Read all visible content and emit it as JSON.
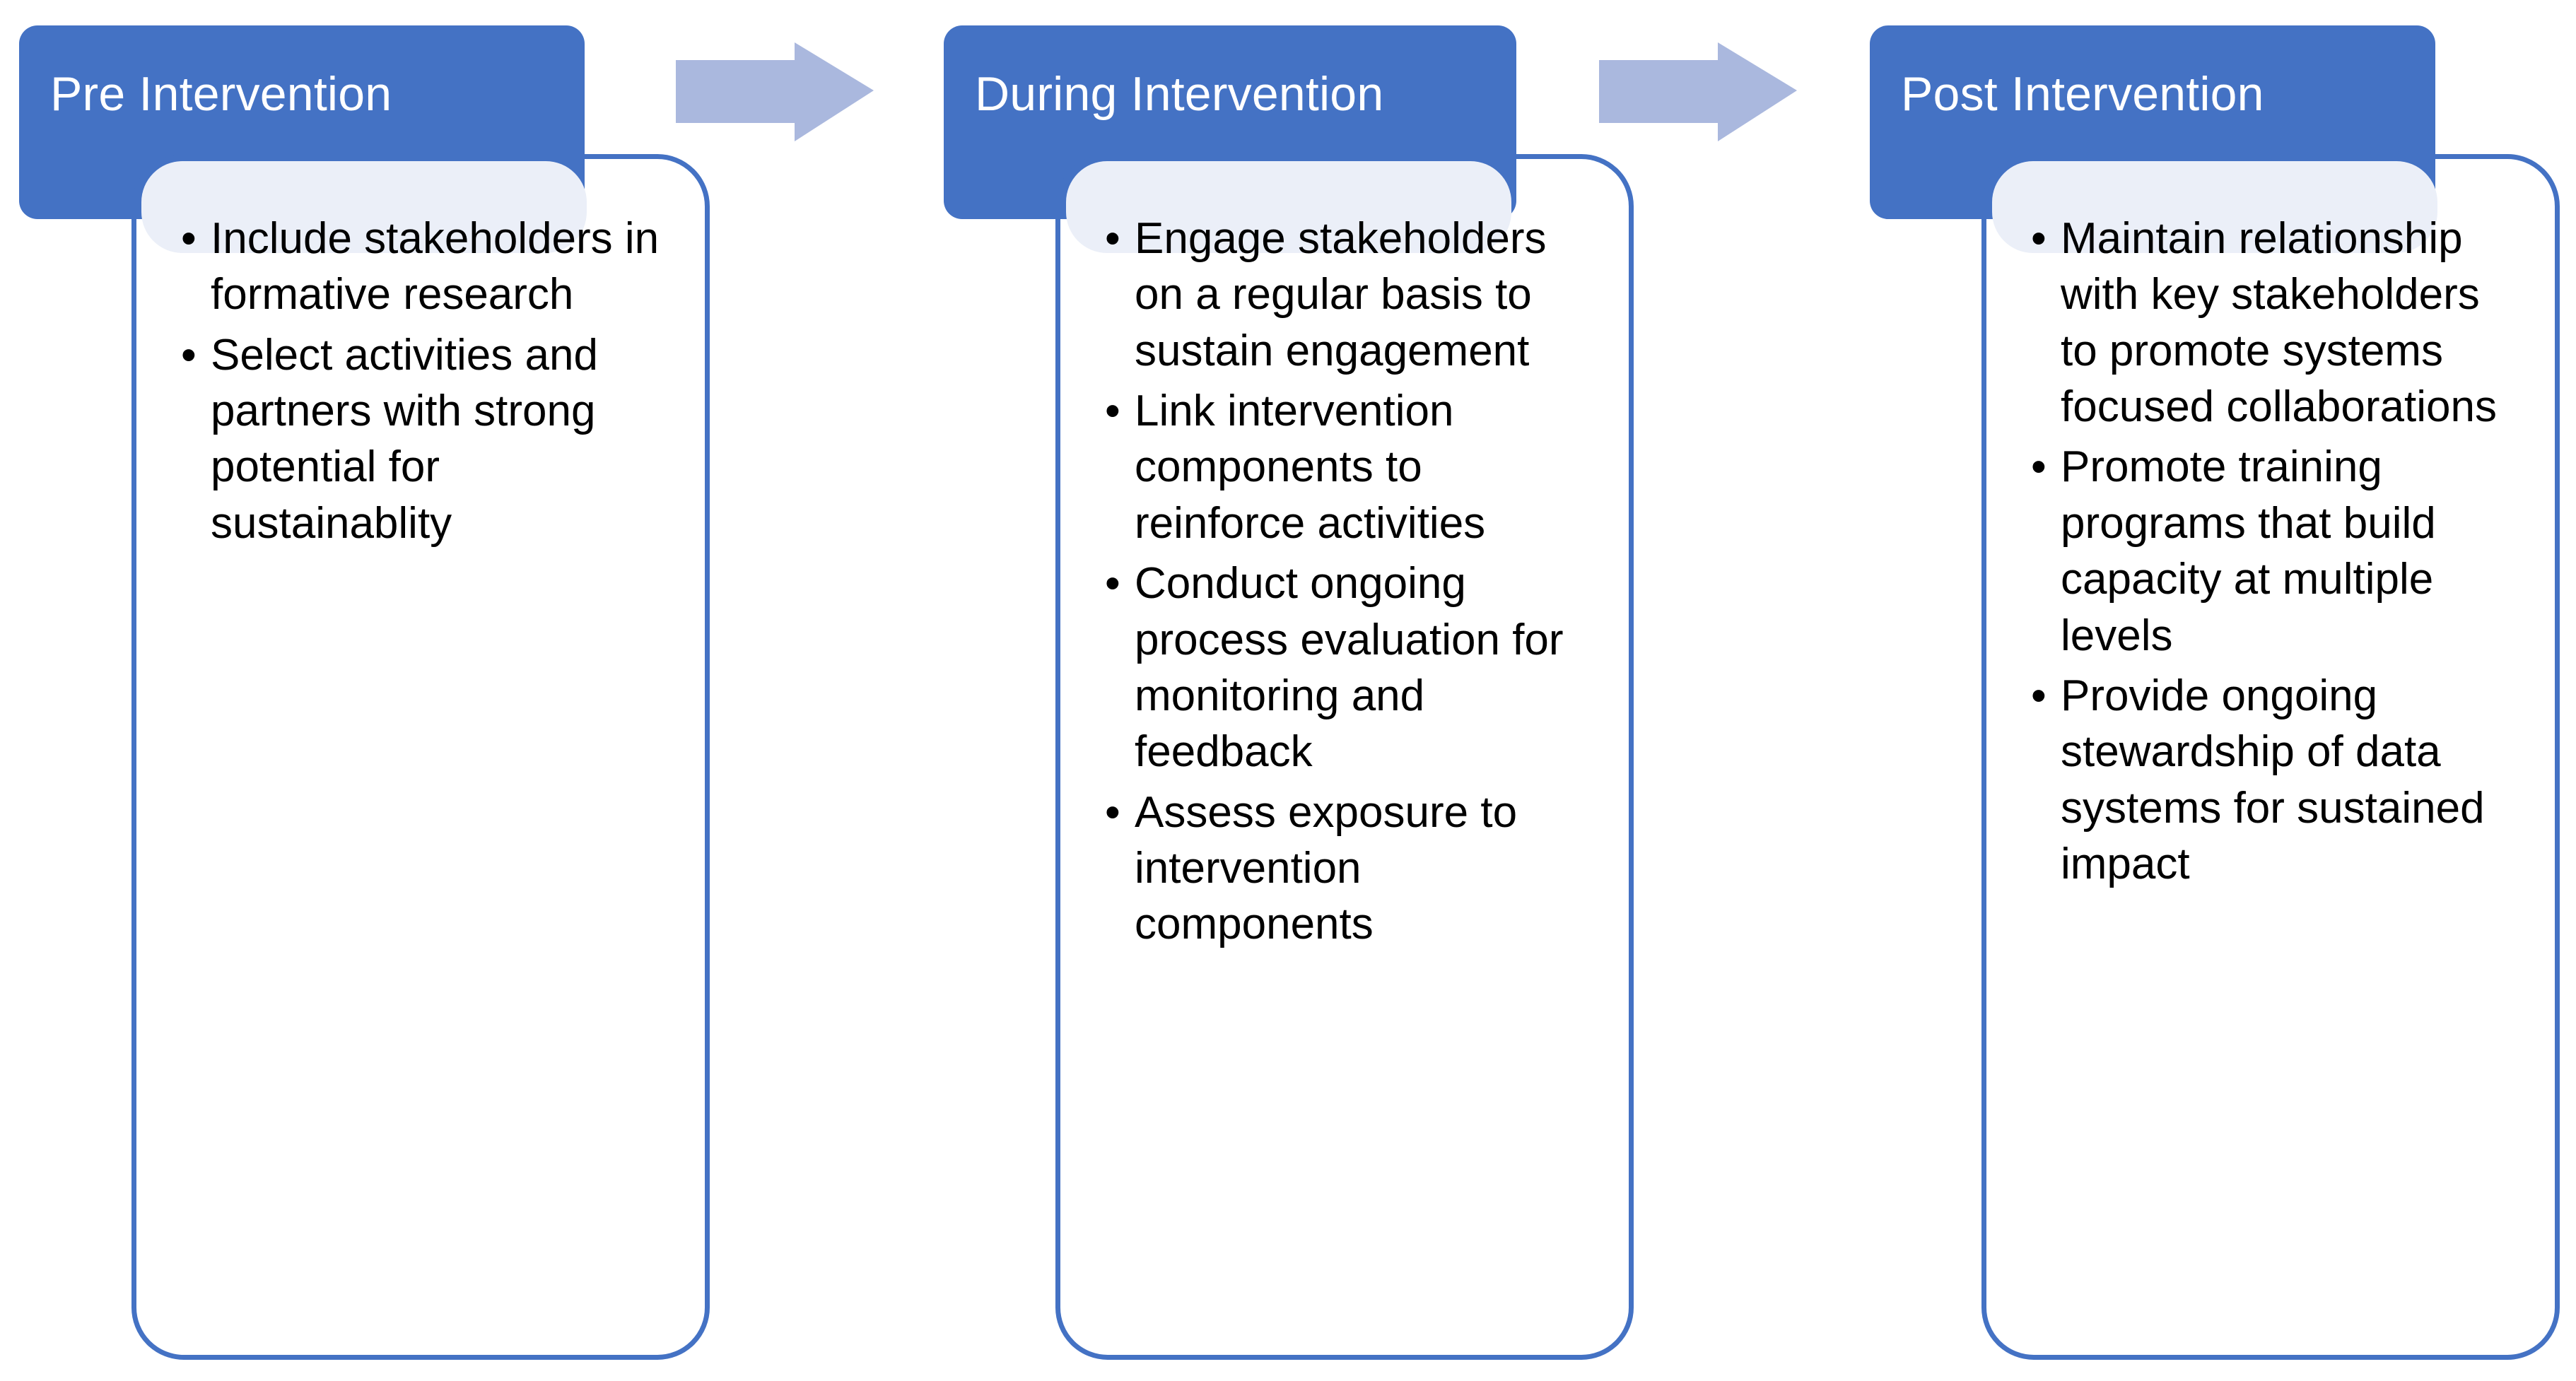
{
  "diagram": {
    "type": "three-phase-process",
    "title_visible": false,
    "colors": {
      "header_fill": "#4472C4",
      "header_text": "#FFFFFF",
      "card_stroke": "#4472C4",
      "card_fill": "#FFFFFF",
      "ghost_plate": "#EBEFF8",
      "arrow_fill": "#AAB8DE",
      "bullet_text": "#000000"
    },
    "phases": [
      {
        "id": "pre",
        "header": "Pre Intervention",
        "bullets": [
          "Include stakeholders in formative research",
          "Select activities and partners with strong potential for sustainablity"
        ]
      },
      {
        "id": "during",
        "header": "During Intervention",
        "bullets": [
          "Engage stakeholders on a regular basis to sustain engagement",
          "Link intervention components to reinforce activities",
          "Conduct ongoing process evaluation for monitoring and feedback",
          "Assess exposure to intervention components"
        ]
      },
      {
        "id": "post",
        "header": "Post Intervention",
        "bullets": [
          "Maintain relationship with key stakeholders to promote systems focused collaborations",
          "Promote training programs that build capacity at multiple levels",
          "Provide ongoing stewardship of data systems for sustained impact"
        ]
      }
    ],
    "connectors": [
      {
        "id": "arrow-pre-to-during",
        "icon": "right-arrow-icon",
        "from": "pre",
        "to": "during"
      },
      {
        "id": "arrow-during-to-post",
        "icon": "right-arrow-icon",
        "from": "during",
        "to": "post"
      }
    ]
  }
}
